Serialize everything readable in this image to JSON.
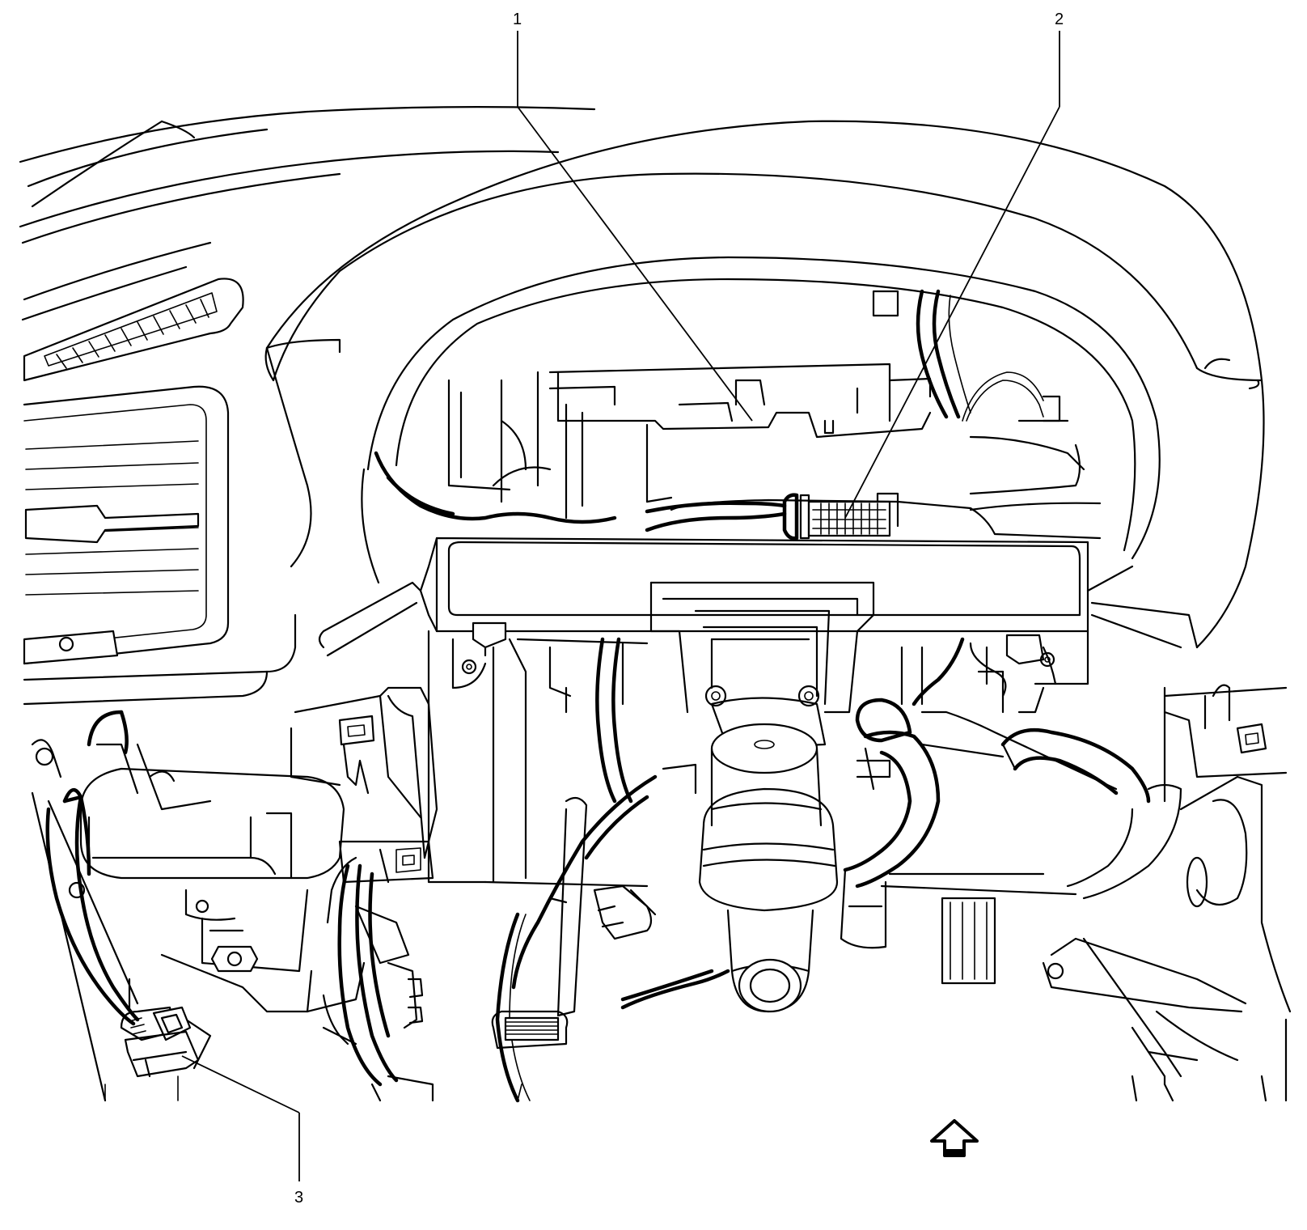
{
  "callouts": [
    {
      "id": "1",
      "label": "1"
    },
    {
      "id": "2",
      "label": "2"
    },
    {
      "id": "3",
      "label": "3"
    }
  ],
  "icons": {
    "front_arrow": "front-direction-arrow-icon"
  },
  "colors": {
    "line": "#000000",
    "background": "#ffffff"
  }
}
